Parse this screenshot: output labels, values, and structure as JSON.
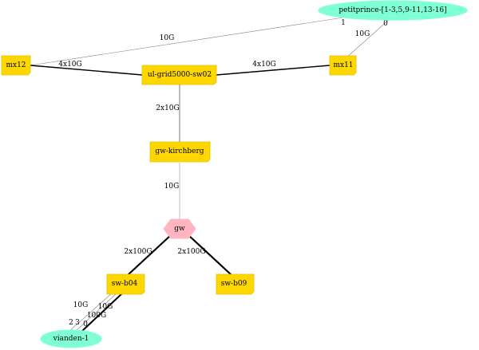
{
  "colors": {
    "switch": "#FFD700",
    "switch_border": "#E8C200",
    "cluster": "#7FFFD4",
    "gateway": "#FFB6C1",
    "edge": "#000000",
    "edge_thin": "#808080"
  },
  "nodes": {
    "petitprince": {
      "label": "petitprince-[1-3,5,9-11,13-16]",
      "shape": "ellipse"
    },
    "mx12": {
      "label": "mx12",
      "shape": "switch"
    },
    "ulsw": {
      "label": "ul-grid5000-sw02",
      "shape": "switch"
    },
    "mx11": {
      "label": "mx11",
      "shape": "switch"
    },
    "gwk": {
      "label": "gw-kirchberg",
      "shape": "switch"
    },
    "gw": {
      "label": "gw",
      "shape": "hexagon"
    },
    "swb04": {
      "label": "sw-b04",
      "shape": "switch"
    },
    "swb09": {
      "label": "sw-b09",
      "shape": "switch"
    },
    "vianden": {
      "label": "vianden-1",
      "shape": "ellipse"
    }
  },
  "edges": {
    "pp_mx12": {
      "label": "10G",
      "tail_port": "1"
    },
    "pp_mx11": {
      "label": "10G",
      "tail_port": "0"
    },
    "mx12_ul": {
      "label": "4x10G"
    },
    "ul_mx11": {
      "label": "4x10G"
    },
    "ul_gwk": {
      "label": "2x10G"
    },
    "gwk_gw": {
      "label": "10G"
    },
    "gw_b04": {
      "label": "2x100G"
    },
    "gw_b09": {
      "label": "2x100G"
    },
    "b04_v_a": {
      "label": "10G",
      "tail_port": "2"
    },
    "b04_v_b": {
      "label": "10G",
      "tail_port": "3"
    },
    "b04_v_c": {
      "label": "100G",
      "tail_port": "0"
    }
  }
}
